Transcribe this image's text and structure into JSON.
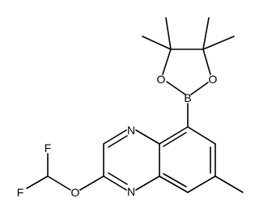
{
  "molecule": {
    "atoms": {
      "n_top": "N",
      "n_bottom": "N",
      "o_ether": "O",
      "f_top": "F",
      "f_bottom": "F",
      "boron": "B",
      "o_left": "O",
      "o_right": "O"
    }
  },
  "colors": {
    "bond": "#000000",
    "label": "#000000",
    "background": "#ffffff"
  }
}
